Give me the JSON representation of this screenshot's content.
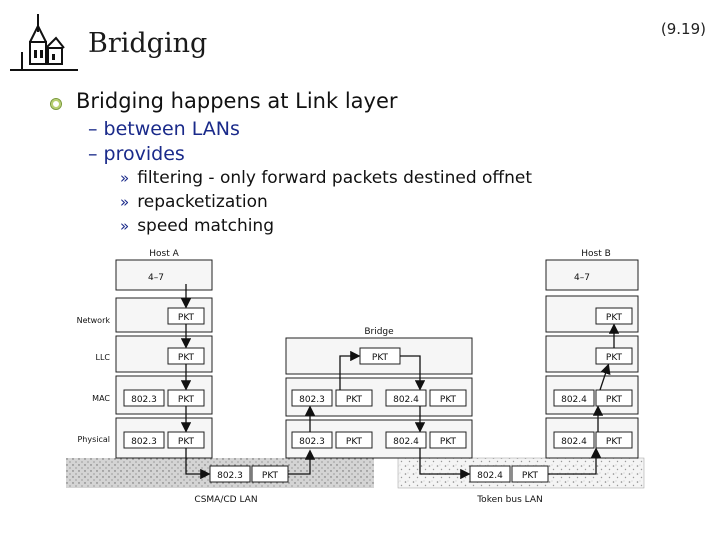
{
  "slide": {
    "title": "Bridging",
    "number": "(9.19)",
    "logo_icon": "building-logo-icon"
  },
  "bullets": {
    "main": "Bridging happens at Link layer",
    "subs": [
      "between LANs",
      "provides"
    ],
    "sub_marker": "–",
    "subsubs": [
      "filtering - only forward packets destined offnet",
      "repacketization",
      "speed matching"
    ],
    "subsub_marker": "»"
  },
  "diagram": {
    "host_a": "Host A",
    "host_b": "Host B",
    "bridge": "Bridge",
    "upper_layers": "4–7",
    "layers": [
      "Network",
      "LLC",
      "MAC",
      "Physical"
    ],
    "pkt": "PKT",
    "mac_8023": "802.3",
    "mac_8024": "802.4",
    "lan_left": "CSMA/CD LAN",
    "lan_right": "Token bus LAN"
  }
}
